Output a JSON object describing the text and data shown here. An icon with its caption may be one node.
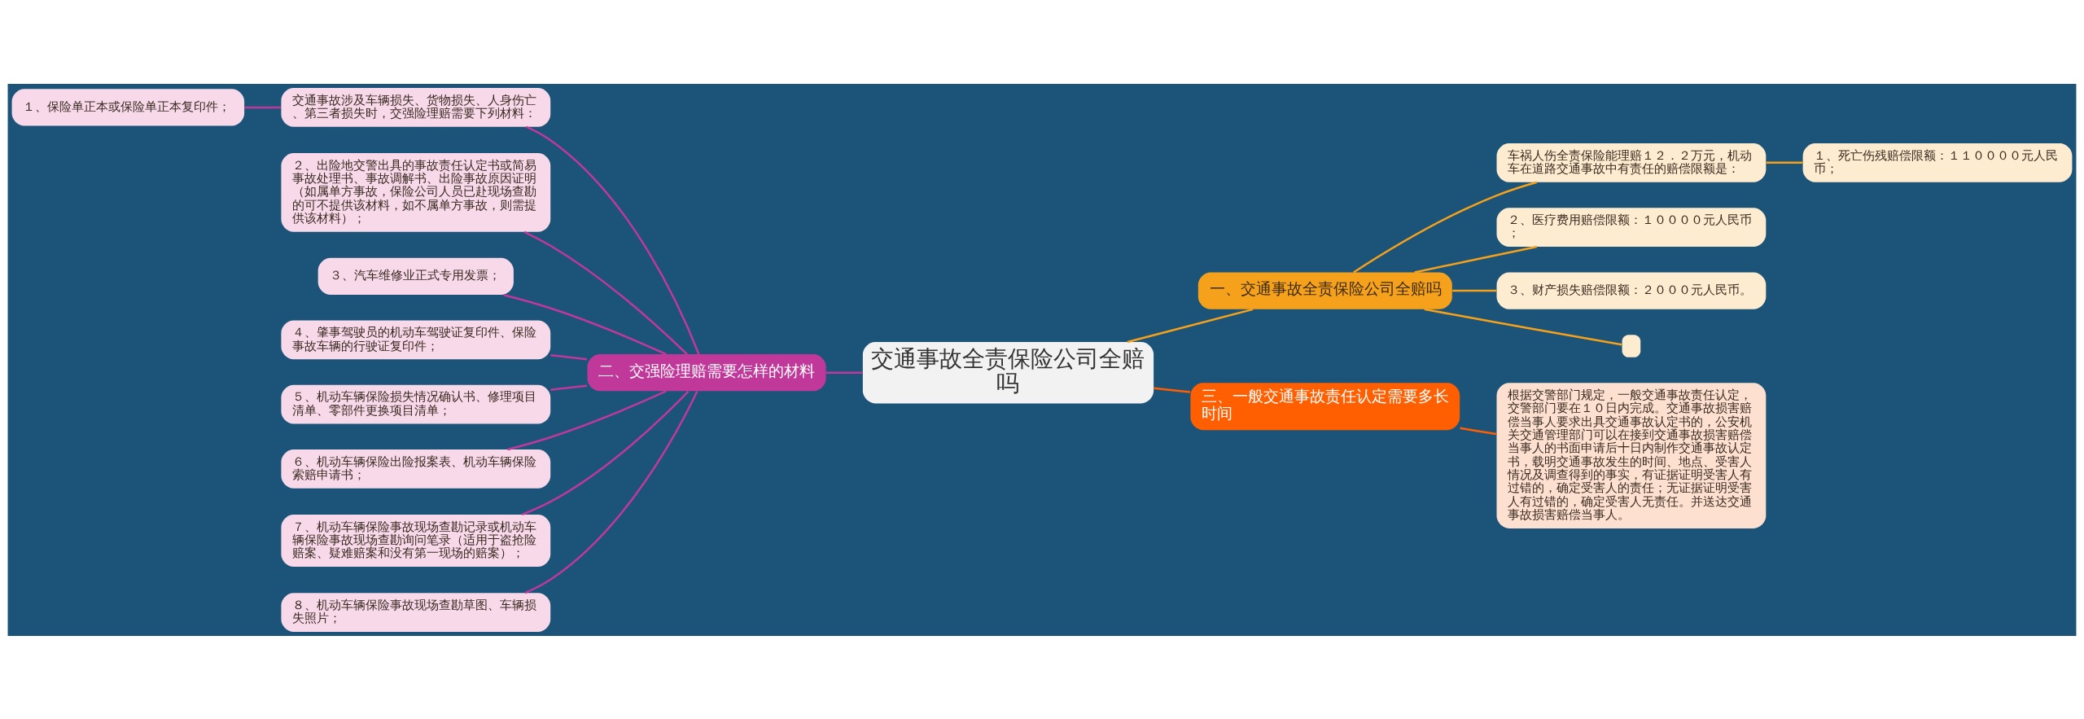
{
  "diagram": {
    "nodes": [
      {
        "text": [
          "交通事故全责保险公司全赔吗"
        ]
      },
      {
        "text": [
          "一、交通事故全责保险公司全赔吗"
        ]
      },
      {
        "text": [
          "车祸人伤全责保险能理赔１２．２万元，机动车在道路交通事故中有责任的赔偿限额是："
        ]
      },
      {
        "text": [
          "１、死亡伤残赔偿限额：１１００００元人民币；"
        ]
      },
      {
        "text": [
          "２、医疗费用赔偿限额：１００００元人民币；"
        ]
      },
      {
        "text": [
          "３、财产损失赔偿限额：２０００元人民币。"
        ]
      },
      {
        "text": [],
        "shape": "box"
      },
      {
        "text": [
          "三、一般交通事故责任认定需要多长时间"
        ]
      },
      {
        "text": [
          "根据交警部门规定，一般交通事故责任认定，交警部门要在１０日内完成。交通事故损害赔偿当事人要求出具交通事故认定书的，公安机关交通管理部门可以在接到交通事故损害赔偿当事人的书面申请后十日内制作交通事故认定书，载明交通事故发生的时间、地点、受害人情况及调查得到的事实，有证据证明受害人有过错的，确定受害人的责任；无证据证明受害人有过错的，确定受害人无责任。并送达交通事故损害赔偿当事人。"
        ]
      },
      {
        "text": [
          "二、交强险理赔需要怎样的材料"
        ]
      },
      {
        "text": [
          "交通事故涉及车辆损失、货物损失、人身伤亡、第三者损失时，交强险理赔需要下列材料："
        ]
      },
      {
        "text": [
          "１、保险单正本或保险单正本复印件；"
        ]
      },
      {
        "text": [
          "２、出险地交警出具的事故责任认定书或简易事故处理书、事故调解书、出险事故原因证明（如属单方事故，保险公司人员已赴现场查勘的可不提供该材料，如不属单方事故，则需提供该材料）；"
        ]
      },
      {
        "text": [
          "３、汽车维修业正式专用发票；"
        ]
      },
      {
        "text": [
          "４、肇事驾驶员的机动车驾驶证复印件、保险事故车辆的行驶证复印件；"
        ]
      },
      {
        "text": [
          "５、机动车辆保险损失情况确认书、修理项目清单、零部件更换项目清单；"
        ]
      },
      {
        "text": [
          "６、机动车辆保险出险报案表、机动车辆保险索赔申请书；"
        ]
      },
      {
        "text": [
          "７、机动车辆保险事故现场查勘记录或机动车辆保险事故现场查勘询问笔录（适用于盗抢险赔案、疑难赔案和没有第一现场的赔案）；"
        ]
      },
      {
        "text": [
          "８、机动车辆保险事故现场查勘草图、车辆损失照片；"
        ]
      }
    ],
    "edges": [
      {
        "from": 0,
        "to": 1,
        "arrow": "none",
        "color": "#f6a11b"
      },
      {
        "from": 1,
        "to": 2,
        "arrow": "none",
        "color": "#f6a11b"
      },
      {
        "from": 2,
        "to": 3,
        "arrow": "none",
        "color": "#f6a11b"
      },
      {
        "from": 1,
        "to": 4,
        "arrow": "none",
        "color": "#f6a11b"
      },
      {
        "from": 1,
        "to": 5,
        "arrow": "none",
        "color": "#f6a11b"
      },
      {
        "from": 1,
        "to": 6,
        "arrow": "none",
        "color": "#f6a11b"
      },
      {
        "from": 0,
        "to": 7,
        "arrow": "none",
        "color": "#ff5f00"
      },
      {
        "from": 7,
        "to": 8,
        "arrow": "none",
        "color": "#ff5f00"
      },
      {
        "from": 0,
        "to": 9,
        "arrow": "none"
      },
      {
        "from": 9,
        "to": 10,
        "arrow": "none"
      },
      {
        "from": 10,
        "to": 11,
        "arrow": "none"
      },
      {
        "from": 9,
        "to": 12,
        "arrow": "none"
      },
      {
        "from": 9,
        "to": 13,
        "arrow": "none"
      },
      {
        "from": 9,
        "to": 14,
        "arrow": "none"
      },
      {
        "from": 9,
        "to": 15,
        "arrow": "none"
      },
      {
        "from": 9,
        "to": 16,
        "arrow": "none"
      },
      {
        "from": 9,
        "to": 17,
        "arrow": "none"
      },
      {
        "from": 9,
        "to": 18,
        "arrow": "none"
      }
    ]
  }
}
